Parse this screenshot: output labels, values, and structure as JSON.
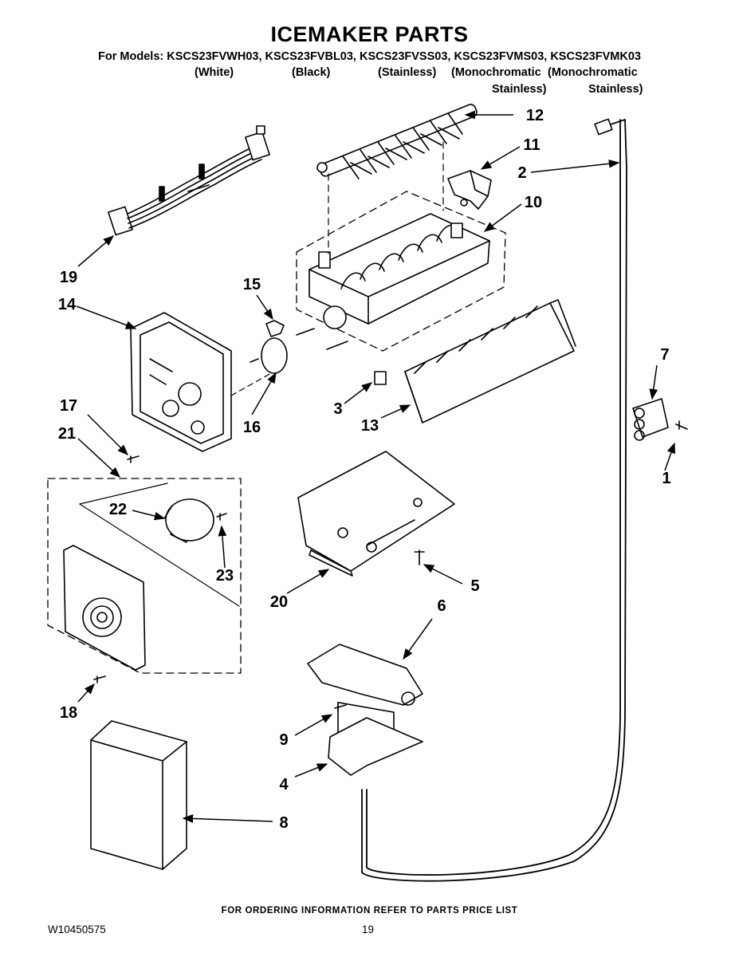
{
  "header": {
    "title": "ICEMAKER PARTS",
    "models_line": "For Models: KSCS23FVWH03, KSCS23FVBL03, KSCS23FVSS03, KSCS23FVMS03, KSCS23FVMK03",
    "variants": [
      {
        "line1": "(White)",
        "line2": ""
      },
      {
        "line1": "(Black)",
        "line2": ""
      },
      {
        "line1": "(Stainless)",
        "line2": ""
      },
      {
        "line1": "(Monochromatic",
        "line2": "Stainless)"
      },
      {
        "line1": "(Monochromatic",
        "line2": "Stainless)"
      }
    ]
  },
  "callouts": [
    "1",
    "2",
    "3",
    "4",
    "5",
    "6",
    "7",
    "8",
    "9",
    "10",
    "11",
    "12",
    "13",
    "14",
    "15",
    "16",
    "17",
    "18",
    "19",
    "20",
    "21",
    "22",
    "23"
  ],
  "footer": {
    "ordering_note": "FOR ORDERING INFORMATION REFER TO PARTS PRICE LIST",
    "doc_number": "W10450575",
    "page_number": "19"
  }
}
